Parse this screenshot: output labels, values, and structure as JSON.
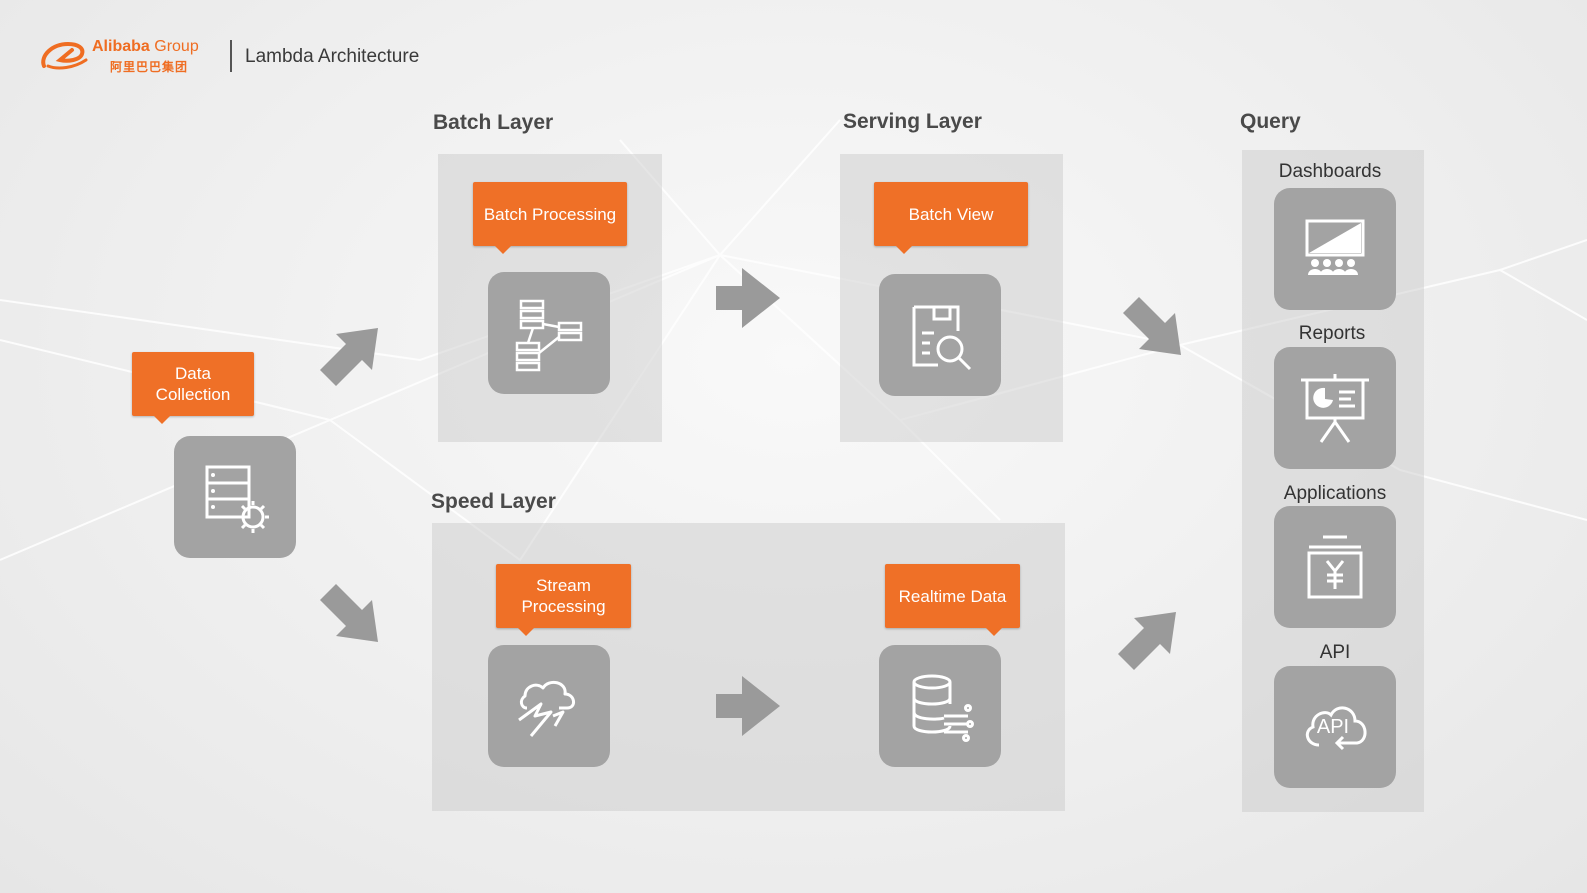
{
  "header": {
    "logo_en": "Alibaba",
    "logo_group": "Group",
    "logo_cn": "阿里巴巴集团",
    "title": "Lambda Architecture"
  },
  "data_collection": {
    "label": "Data Collection"
  },
  "batch_layer": {
    "title": "Batch Layer",
    "callout": "Batch Processing"
  },
  "serving_layer": {
    "title": "Serving Layer",
    "callout": "Batch View"
  },
  "speed_layer": {
    "title": "Speed Layer",
    "stream_callout": "Stream Processing",
    "realtime_callout": "Realtime Data"
  },
  "query": {
    "title": "Query",
    "items": [
      {
        "label": "Dashboards"
      },
      {
        "label": "Reports"
      },
      {
        "label": "Applications"
      },
      {
        "label": "API",
        "icon_text": "API"
      }
    ]
  },
  "colors": {
    "accent": "#ef7027",
    "tile": "#a3a3a3",
    "arrow": "#9a9a9a"
  }
}
